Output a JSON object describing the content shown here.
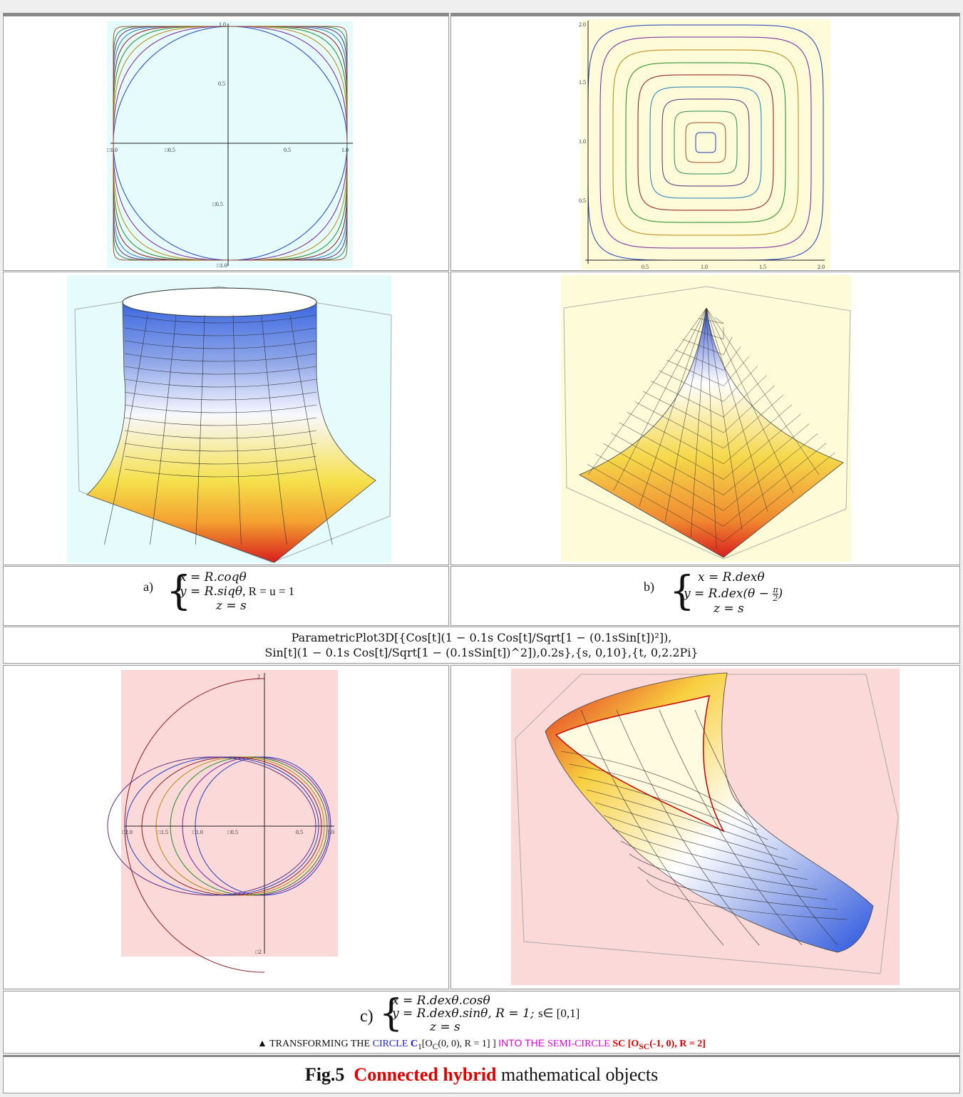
{
  "plots": {
    "a_ticks": {
      "top": "1.0",
      "mid_y": "0.5",
      "neg_mid_y": "□0.5",
      "bottom": "□1.0",
      "left": "□1.0",
      "neg_mid_x": "□0.5",
      "pos_mid_x": "0.5",
      "right": "1.0"
    },
    "b_ticks": {
      "y2": "2.0",
      "y15": "1.5",
      "y1": "1.0",
      "y05": "0.5",
      "x05": "0.5",
      "x1": "1.0",
      "x15": "1.5",
      "x2": "2.0"
    },
    "c_ticks": {
      "y2": "2",
      "yn2": "□2",
      "xn2": "□2.0",
      "xn15": "□1.5",
      "xn1": "□1.0",
      "xn05": "□0.5",
      "x05": "0.5",
      "x1": "1.0"
    }
  },
  "formula_a": {
    "label": "a)",
    "line1": "x = R.coqθ",
    "line2": "y = R.siqθ",
    "extra": ", R = u = 1",
    "line3": "z = s"
  },
  "formula_b": {
    "label": "b)",
    "line1": "x = R.dexθ",
    "line2a": "y = R.dex(θ −",
    "frac_num": "π",
    "frac_den": "2",
    "line2b": ")",
    "line3": "z = s"
  },
  "code": {
    "line1": "ParametricPlot3D[{Cos[t](1 − 0.1s Cos[t]/Sqrt[1 − (0.1sSin[t])²]),",
    "line2": "Sin[t](1 − 0.1s Cos[t]/Sqrt[1 − (0.1sSin[t])^2]),0.2s},{s, 0,10},{t, 0,2.2Pi}"
  },
  "formula_c": {
    "label": "c)",
    "line1": "x = R.dexθ.cosθ",
    "line2": "y = R.dexθ.sinθ",
    "extra_r": ",  R = 1; ",
    "extra_s": "s∈ [0,1]",
    "line3": "z = s"
  },
  "transform": {
    "triangle": "▲",
    "t1": "TRANSFORMING THE ",
    "circle": "CIRCLE ",
    "c_bold": "C",
    "c_sub": "1",
    "c_rest": "[O",
    "c_sub2": "C",
    "c_rest2": "(0, 0), R = 1]  ] ",
    "into": "INTO THE ",
    "semi": "SEMI-CIRCLE ",
    "sc": "SC [O",
    "sc_sub": "SC",
    "sc_rest": "(-1, 0), R = 2]"
  },
  "caption": {
    "fig": "Fig.5",
    "bold": "Connected hybrid",
    "rest": "mathematical objects"
  },
  "colors": {
    "cyan_bg": "#e6fbfb",
    "yellow_bg": "#fdfbd8",
    "pink_bg": "#fcd9d9",
    "red": "#e00000",
    "blue": "#1b1bd6",
    "magenta": "#e000e0"
  }
}
